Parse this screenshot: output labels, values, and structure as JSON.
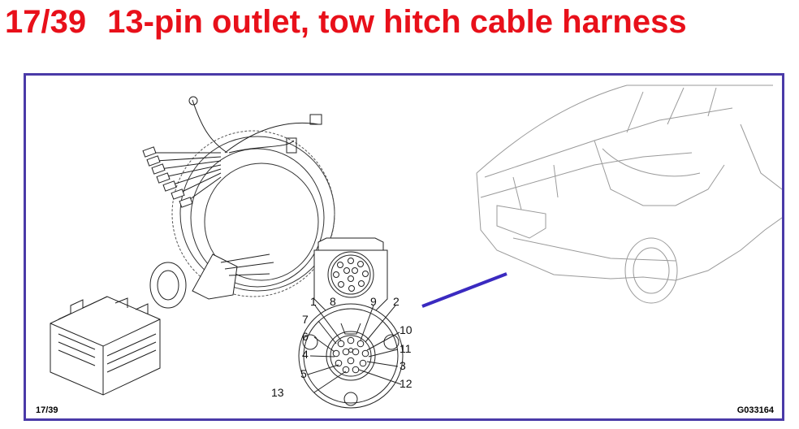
{
  "header": {
    "page_number": "17/39",
    "title": "13-pin outlet, tow hitch cable harness",
    "color": "#e8101a"
  },
  "frame": {
    "border_color": "#4a3aa8",
    "page_ref": "17/39",
    "figure_code": "G033164"
  },
  "pins": {
    "labels": [
      "1",
      "2",
      "3",
      "4",
      "5",
      "6",
      "7",
      "8",
      "9",
      "10",
      "11",
      "12",
      "13"
    ]
  },
  "icons": [
    "cable-harness-icon",
    "connector-block-icon",
    "socket-13-pin-icon",
    "car-outline-icon",
    "pointer-line-icon"
  ]
}
